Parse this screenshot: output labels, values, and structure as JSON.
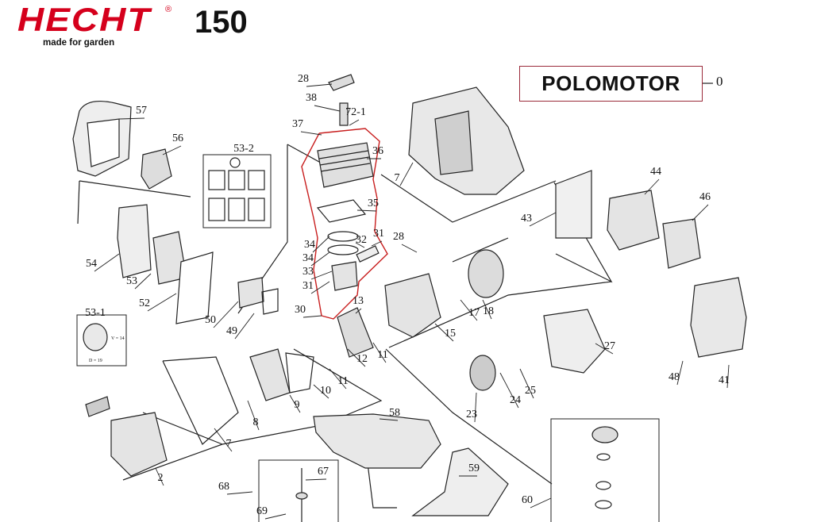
{
  "brand": {
    "name": "HECHT",
    "reg": "®",
    "tagline": "made for garden"
  },
  "model": "150",
  "title": {
    "text": "POLOMOTOR",
    "number": "0"
  },
  "parts": [
    {
      "id": "p-0",
      "label": "57"
    },
    {
      "id": "p-1",
      "label": "56"
    },
    {
      "id": "p-2",
      "label": "53-2"
    },
    {
      "id": "p-3",
      "label": "28"
    },
    {
      "id": "p-4",
      "label": "38"
    },
    {
      "id": "p-5",
      "label": "72-1"
    },
    {
      "id": "p-6",
      "label": "37"
    },
    {
      "id": "p-7",
      "label": "36"
    },
    {
      "id": "p-8",
      "label": "7"
    },
    {
      "id": "p-9",
      "label": "44"
    },
    {
      "id": "p-10",
      "label": "46"
    },
    {
      "id": "p-11",
      "label": "35"
    },
    {
      "id": "p-12",
      "label": "43"
    },
    {
      "id": "p-13",
      "label": "28"
    },
    {
      "id": "p-14",
      "label": "31"
    },
    {
      "id": "p-15",
      "label": "34"
    },
    {
      "id": "p-16",
      "label": "32"
    },
    {
      "id": "p-17",
      "label": "34"
    },
    {
      "id": "p-18",
      "label": "33"
    },
    {
      "id": "p-19",
      "label": "31"
    },
    {
      "id": "p-20",
      "label": "54"
    },
    {
      "id": "p-21",
      "label": "53"
    },
    {
      "id": "p-22",
      "label": "53-1"
    },
    {
      "id": "p-23",
      "label": "52"
    },
    {
      "id": "p-24",
      "label": "50"
    },
    {
      "id": "p-25",
      "label": "49"
    },
    {
      "id": "p-26",
      "label": "30"
    },
    {
      "id": "p-27",
      "label": "13"
    },
    {
      "id": "p-28",
      "label": "17"
    },
    {
      "id": "p-29",
      "label": "18"
    },
    {
      "id": "p-30",
      "label": "15"
    },
    {
      "id": "p-31",
      "label": "12"
    },
    {
      "id": "p-32",
      "label": "11"
    },
    {
      "id": "p-33",
      "label": "11"
    },
    {
      "id": "p-34",
      "label": "10"
    },
    {
      "id": "p-35",
      "label": "27"
    },
    {
      "id": "p-36",
      "label": "48"
    },
    {
      "id": "p-37",
      "label": "41"
    },
    {
      "id": "p-38",
      "label": "9"
    },
    {
      "id": "p-39",
      "label": "8"
    },
    {
      "id": "p-40",
      "label": "7"
    },
    {
      "id": "p-41",
      "label": "24"
    },
    {
      "id": "p-42",
      "label": "25"
    },
    {
      "id": "p-43",
      "label": "23"
    },
    {
      "id": "p-44",
      "label": "58"
    },
    {
      "id": "p-45",
      "label": "2"
    },
    {
      "id": "p-46",
      "label": "59"
    },
    {
      "id": "p-47",
      "label": "68"
    },
    {
      "id": "p-48",
      "label": "67"
    },
    {
      "id": "p-49",
      "label": "60"
    },
    {
      "id": "p-50",
      "label": "69"
    }
  ],
  "primer_bulb": {
    "v": "V = 14",
    "d": "D = 19"
  }
}
